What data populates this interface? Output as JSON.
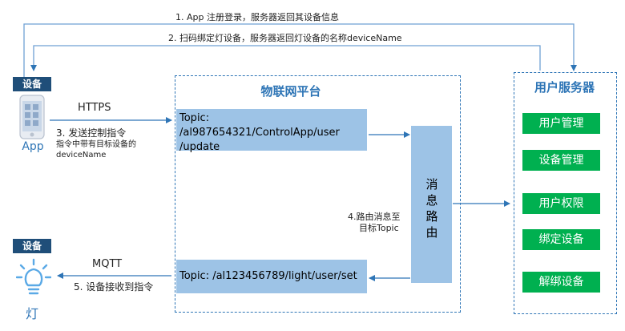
{
  "steps": {
    "step1": "1. App 注册登录，服务器返回其设备信息",
    "step2": "2. 扫码绑定灯设备，服务器返回灯设备的名称deviceName",
    "step3_title": "3. 发送控制指令",
    "step3_line1": "指令中带有目标设备的",
    "step3_line2": "deviceName",
    "step4_line1": "4.路由消息至",
    "step4_line2": "目标Topic",
    "step5": "5. 设备接收到指令"
  },
  "devices": {
    "app_badge": "设备",
    "app_label": "App",
    "lamp_badge": "设备",
    "lamp_label": "灯"
  },
  "protocols": {
    "https": "HTTPS",
    "mqtt": "MQTT"
  },
  "platform": {
    "title": "物联网平台",
    "topic_app_line1": "Topic:",
    "topic_app_line2": "/al987654321/ControlApp/user",
    "topic_app_line3": "/update",
    "topic_light": "Topic: /al123456789/light/user/set",
    "router_chars": [
      "消",
      "息",
      "路",
      "由"
    ]
  },
  "user_service": {
    "title": "用户服务器",
    "items": [
      "用户管理",
      "设备管理",
      "用户权限",
      "绑定设备",
      "解绑设备"
    ]
  },
  "colors": {
    "accent": "#2e75b6",
    "badge": "#1f4e79",
    "topic_fill": "#9dc3e6",
    "service_item": "#00b050",
    "line": "#6fa0d4"
  }
}
